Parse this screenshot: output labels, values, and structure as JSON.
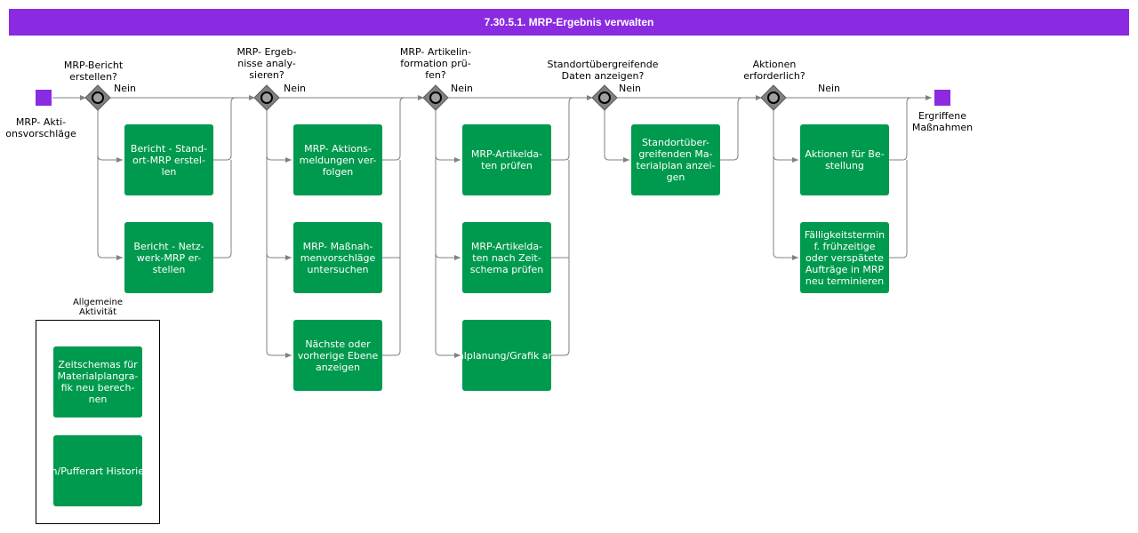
{
  "title": "7.30.5.1. MRP-Ergebnis verwalten",
  "start_event": "MRP-          Akti-\nonsvorschläge",
  "end_event": "Ergriffene\nMaßnahmen",
  "gateways": [
    {
      "question": "MRP-Bericht\nerstellen?",
      "no_label": "Nein"
    },
    {
      "question": "MRP- Ergeb-\nnisse   analy-\nsieren?",
      "no_label": "Nein"
    },
    {
      "question": "MRP-   Artikelin-\nformation    prü-\nfen?",
      "no_label": "Nein"
    },
    {
      "question": "Standortübergreifende\nDaten anzeigen?",
      "no_label": "Nein"
    },
    {
      "question": "Aktionen\nerforderlich?",
      "no_label": "Nein"
    }
  ],
  "activities": [
    {
      "label": "Bericht - Stand-\nort-MRP erstel-\nlen"
    },
    {
      "label": "Bericht - Netz-\nwerk-MRP er-\nstellen"
    },
    {
      "label": "MRP- Aktions-\nmeldungen   ver-\nfolgen"
    },
    {
      "label": "MRP-  Maßnah-\nmenvorschläge\nuntersuchen"
    },
    {
      "label": "Nächste oder\nvorherige Ebene\nanzeigen"
    },
    {
      "label": "MRP-Artikelda-\nten prüfen"
    },
    {
      "label": "MRP-Artikelda-\nten nach Zeit-\nschema prüfen"
    },
    {
      "label": "Materialplanung/Grafik\nanzeigen"
    },
    {
      "label": "Standortüber-\ngreifenden  Ma-\nterialplan   anzei-\ngen"
    },
    {
      "label": "Aktionen für Be-\nstellung"
    },
    {
      "label": "Fälligkeitstermin\nf. frühzeitige\noder verspätete\nAufträge in MRP\nneu terminieren"
    }
  ],
  "legend": {
    "title": "Allgemeine\nAktivität",
    "items": [
      {
        "label": "Zeitschemas für\nMaterialplangra-\nfik neu berech-\nnen"
      },
      {
        "label": "Diagramm/Pufferart\nHistorie erstellen"
      }
    ]
  },
  "colors": {
    "header": "#8a2be2",
    "activity": "#009a4e",
    "event": "#8a2be2",
    "gateway": "#808080",
    "line": "#808080"
  }
}
